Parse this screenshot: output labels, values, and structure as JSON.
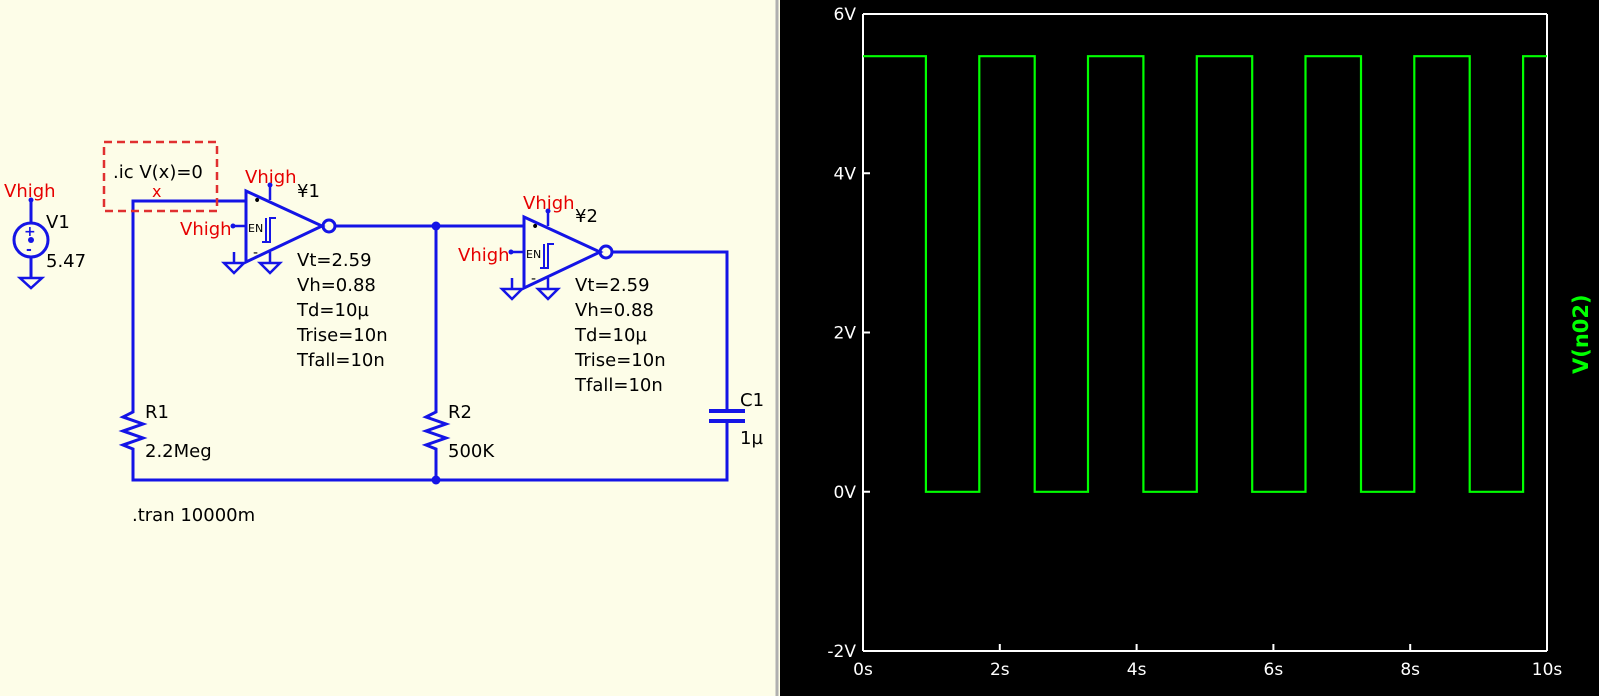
{
  "schematic": {
    "directive_ic": ".ic V(x)=0",
    "directive_tran": ".tran 10000m",
    "node_x": "x",
    "vhigh_label": "Vhigh",
    "en_label": "EN",
    "v1": {
      "name": "V1",
      "value": "5.47"
    },
    "y1": {
      "name": "¥1",
      "params": [
        "Vt=2.59",
        "Vh=0.88",
        "Td=10µ",
        "Trise=10n",
        "Tfall=10n"
      ]
    },
    "y2": {
      "name": "¥2",
      "params": [
        "Vt=2.59",
        "Vh=0.88",
        "Td=10µ",
        "Trise=10n",
        "Tfall=10n"
      ]
    },
    "r1": {
      "name": "R1",
      "value": "2.2Meg"
    },
    "r2": {
      "name": "R2",
      "value": "500K"
    },
    "c1": {
      "name": "C1",
      "value": "1µ"
    },
    "colors": {
      "wire": "#1414e6",
      "label": "#e60000",
      "text": "#000000",
      "ic_box": "#e03030"
    }
  },
  "plot": {
    "trace_color": "#00ff00",
    "chart_data": {
      "type": "line",
      "ylabel": "V(n02)",
      "x_unit": "s",
      "y_unit": "V",
      "xlim": [
        0,
        10
      ],
      "ylim": [
        -2,
        6
      ],
      "x_ticks": [
        "0s",
        "2s",
        "4s",
        "6s",
        "8s",
        "10s"
      ],
      "y_ticks": [
        "6V",
        "4V",
        "2V",
        "0V",
        "-2V"
      ],
      "series": [
        {
          "high_value": 5.47,
          "low_value": 0,
          "transitions_s": [
            0,
            0.92,
            1.7,
            2.51,
            3.29,
            4.1,
            4.88,
            5.69,
            6.47,
            7.28,
            8.06,
            8.87,
            9.65,
            10
          ],
          "starts_high": true
        }
      ],
      "background": "#000000",
      "grid": false
    }
  }
}
